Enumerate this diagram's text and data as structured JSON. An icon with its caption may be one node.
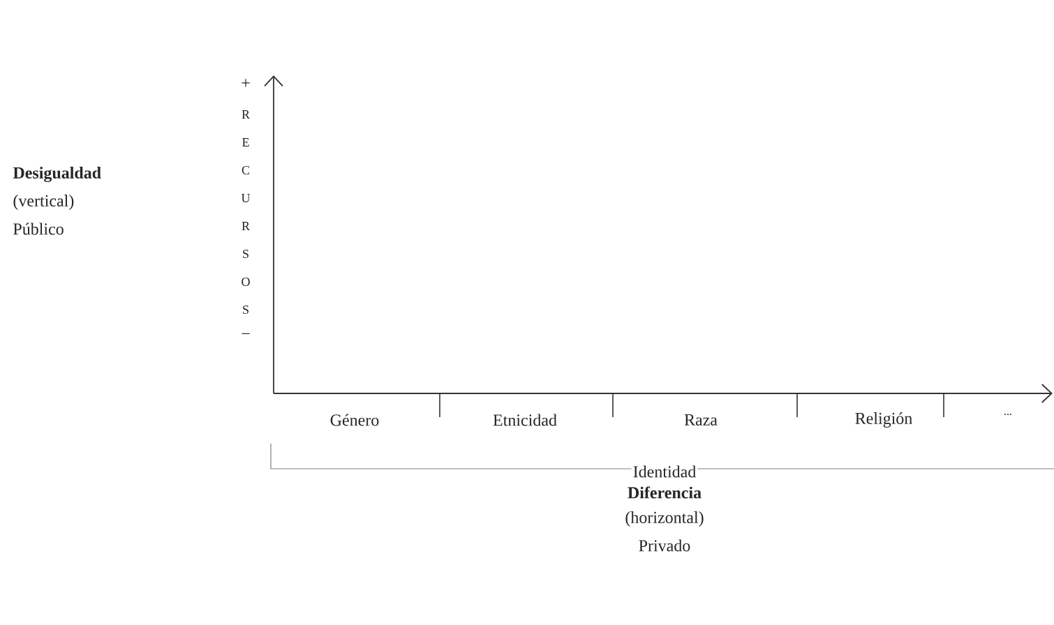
{
  "diagram": {
    "labels": [
      "Desigualdad",
      "(vertical)",
      "Público",
      "+",
      "R",
      "E",
      "C",
      "U",
      "R",
      "S",
      "O",
      "S",
      "−",
      "Género",
      "Etnicidad",
      "Raza",
      "Religión",
      "...",
      "Identidad",
      "Diferencia",
      "(horizontal)",
      "Privado"
    ]
  }
}
